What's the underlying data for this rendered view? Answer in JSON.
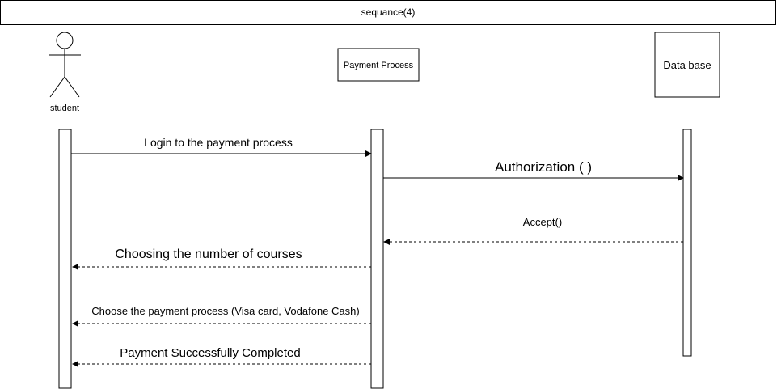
{
  "title": "sequance(4)",
  "participants": {
    "student": {
      "label": "student"
    },
    "payment_process": {
      "label": "Payment Process"
    },
    "database": {
      "label": "Data base"
    }
  },
  "messages": {
    "login": {
      "label": "Login to the payment process",
      "from": "student",
      "to": "payment_process",
      "style": "solid"
    },
    "authorization": {
      "label": "Authorization ( )",
      "from": "payment_process",
      "to": "database",
      "style": "solid"
    },
    "accept": {
      "label": "Accept()",
      "from": "database",
      "to": "payment_process",
      "style": "dashed"
    },
    "choosing": {
      "label": "Choosing the number of courses",
      "from": "payment_process",
      "to": "student",
      "style": "dashed"
    },
    "choose_payment": {
      "label": "Choose the payment process (Visa card, Vodafone Cash)",
      "from": "payment_process",
      "to": "student",
      "style": "dashed"
    },
    "success": {
      "label": "Payment Successfully Completed",
      "from": "payment_process",
      "to": "student",
      "style": "dashed"
    }
  },
  "colors": {
    "stroke": "#000000",
    "background": "#ffffff"
  }
}
